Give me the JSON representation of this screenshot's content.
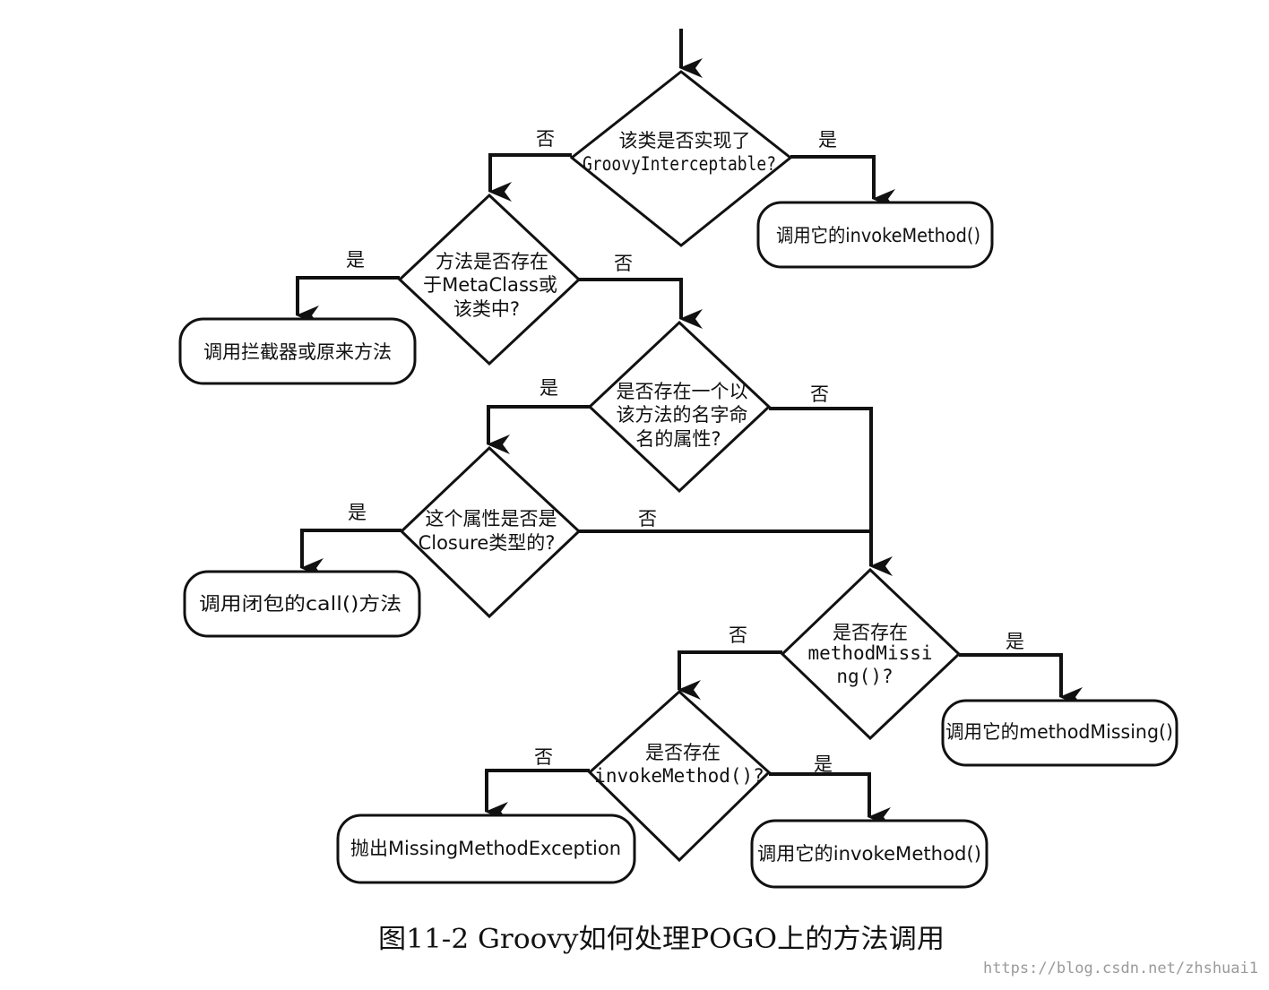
{
  "diagram": {
    "decisions": {
      "d1": [
        "该类是否实现了",
        "GroovyInterceptable?"
      ],
      "d2": [
        "方法是否存在",
        "于MetaClass或",
        "该类中?"
      ],
      "d3": [
        "是否存在一个以",
        "该方法的名字命",
        "名的属性?"
      ],
      "d4": [
        "这个属性是否是",
        "Closure类型的?"
      ],
      "d5": [
        "是否存在",
        "methodMissi",
        "ng()?"
      ],
      "d6": [
        "是否存在",
        "invokeMethod()?"
      ]
    },
    "actions": {
      "a1": "调用它的invokeMethod()",
      "a2": "调用拦截器或原来方法",
      "a3": "调用闭包的call()方法",
      "a4": "调用它的methodMissing()",
      "a5": "抛出MissingMethodException",
      "a6": "调用它的invokeMethod()"
    },
    "edge_labels": {
      "yes": "是",
      "no": "否"
    },
    "caption": "图11-2   Groovy如何处理POGO上的方法调用",
    "watermark": "https://blog.csdn.net/zhshuai1"
  }
}
